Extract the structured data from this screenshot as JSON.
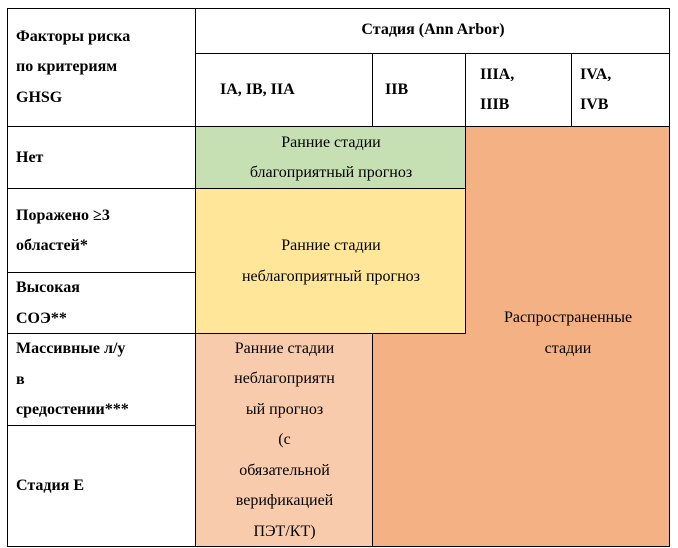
{
  "header": {
    "risk_factors_title": "Факторы риска\nпо критериям\nGHSG",
    "stage_title": "Стадия (Ann Arbor)",
    "stage_columns": [
      "IA, IB, IIA",
      "IIB",
      "IIIA,\nIIIB",
      "IVA,\nIVB"
    ]
  },
  "rows": [
    {
      "label": "Нет"
    },
    {
      "label": "Поражено ≥3\nобластей*"
    },
    {
      "label": "Высокая\nСОЭ**"
    },
    {
      "label": "Массивные л/у\nв\nсредостении***"
    },
    {
      "label": "Стадия Е"
    }
  ],
  "regions": {
    "early_favorable": "Ранние стадии\nблагоприятный прогноз",
    "early_unfavorable": "Ранние стадии\nнеблагоприятный прогноз",
    "early_unfavorable_pet": "Ранние стадии\nнеблагоприятн\nый прогноз\n(с\nобязательной\nверификацией\nПЭТ/КТ)",
    "advanced": "Распространенные\nстадии"
  },
  "colors": {
    "early_favorable": "#c6e0b4",
    "early_unfavorable": "#ffe699",
    "early_unfavorable_pet": "#f8cbad",
    "advanced": "#f4b183"
  }
}
